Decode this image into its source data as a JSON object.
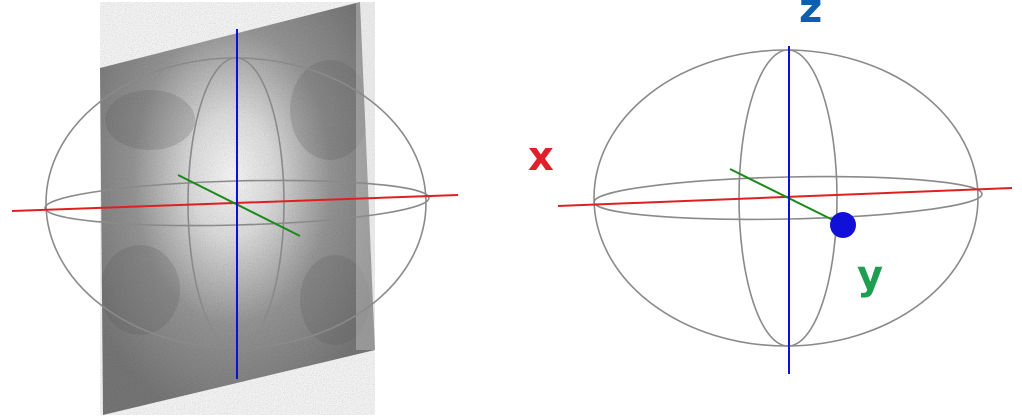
{
  "diagrams": [
    {
      "id": "left",
      "has_texture_plane": true,
      "labels": {
        "x": "",
        "y": "",
        "z": ""
      }
    },
    {
      "id": "right",
      "has_texture_plane": false,
      "labels": {
        "x": "x",
        "y": "y",
        "z": "z"
      },
      "marker": "point-on-y-axis"
    }
  ],
  "colors": {
    "x_axis": "#e02020",
    "y_axis": "#1a8a1a",
    "z_axis": "#1010d0",
    "ellipse": "#8a8a8a",
    "label_x": "#e0202a",
    "label_y": "#1e9e50",
    "label_z": "#0a5fb0",
    "marker": "#1010d8"
  }
}
